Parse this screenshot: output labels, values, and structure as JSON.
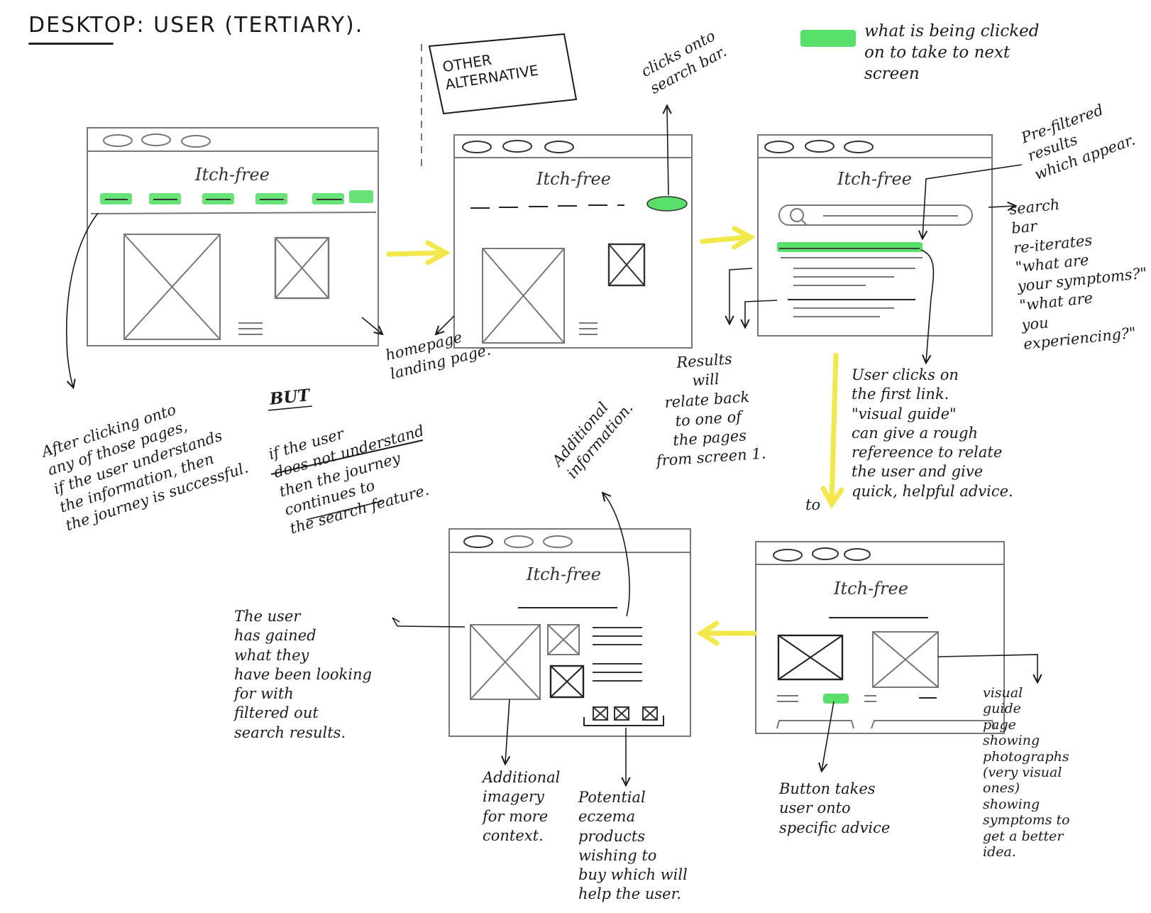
{
  "title": "DESKTOP: USER (TERTIARY).",
  "legend": {
    "text": "what is being clicked\non to take to next\nscreen",
    "color": "#58e06a"
  },
  "other_alternative": "OTHER\nALTERNATIVE",
  "wireframe_brand": "Itch-free",
  "colors": {
    "highlight": "#58e06a",
    "arrow": "#f2e84a",
    "pencil": "#777777",
    "ink": "#1b1b1b"
  },
  "annotations": {
    "clicks_search": "clicks onto\nsearch bar.",
    "homepage": "homepage\nlanding page.",
    "pre_filtered": "Pre-filtered\nresults\nwhich appear.",
    "search_reiterates": "search\nbar\nre-iterates\n\"what are\nyour symptoms?\"\n\"what are\nyou\nexperiencing?\"",
    "after_clicking": "After clicking onto\nany of those pages,\nif the user understands\nthe information, then\nthe journey is successful.",
    "but": "BUT",
    "but_text": "if the user\ndoes not understand\nthen the journey\ncontinues to\nthe search feature.",
    "results": "Results\nwill\nrelate back\nto one of\nthe pages\nfrom screen 1.",
    "user_clicks": "User clicks on\nthe first link.\n\"visual guide\"\ncan give a rough\nrefereence to relate\nthe user and give\nquick, helpful advice.",
    "to": "to",
    "additional_info": "Additional\ninformation.",
    "gained": "The user\nhas gained\nwhat they\nhave been looking\nfor with\nfiltered out\nsearch results.",
    "additional_imagery": "Additional\nimagery\nfor more\ncontext.",
    "potential_products": "Potential\neczema\nproducts\nwishing to\nbuy which will\nhelp the user.",
    "button_takes": "Button takes\nuser onto\nspecific advice",
    "visual_guide_page": "visual\nguide\npage\nshowing\nphotographs\n(very visual\nones)\nshowing\nsymptoms to\nget a better\nidea."
  }
}
